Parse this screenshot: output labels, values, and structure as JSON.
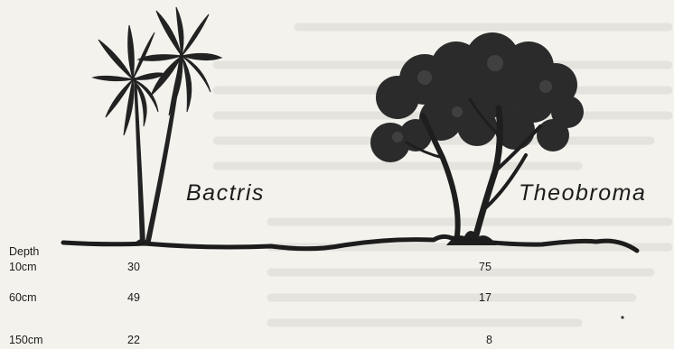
{
  "species": {
    "bactris": "Bactris",
    "theobroma": "Theobroma"
  },
  "table": {
    "header": "Depth",
    "rows": [
      {
        "depth": "10cm",
        "bactris": "30",
        "theobroma": "75"
      },
      {
        "depth": "60cm",
        "bactris": "49",
        "theobroma": "17"
      },
      {
        "depth": "150cm",
        "bactris": "22",
        "theobroma": "8"
      }
    ]
  },
  "colors": {
    "background": "#f3f2ed",
    "ink": "#1c1c1c",
    "foliage": "#2b2b2b"
  }
}
